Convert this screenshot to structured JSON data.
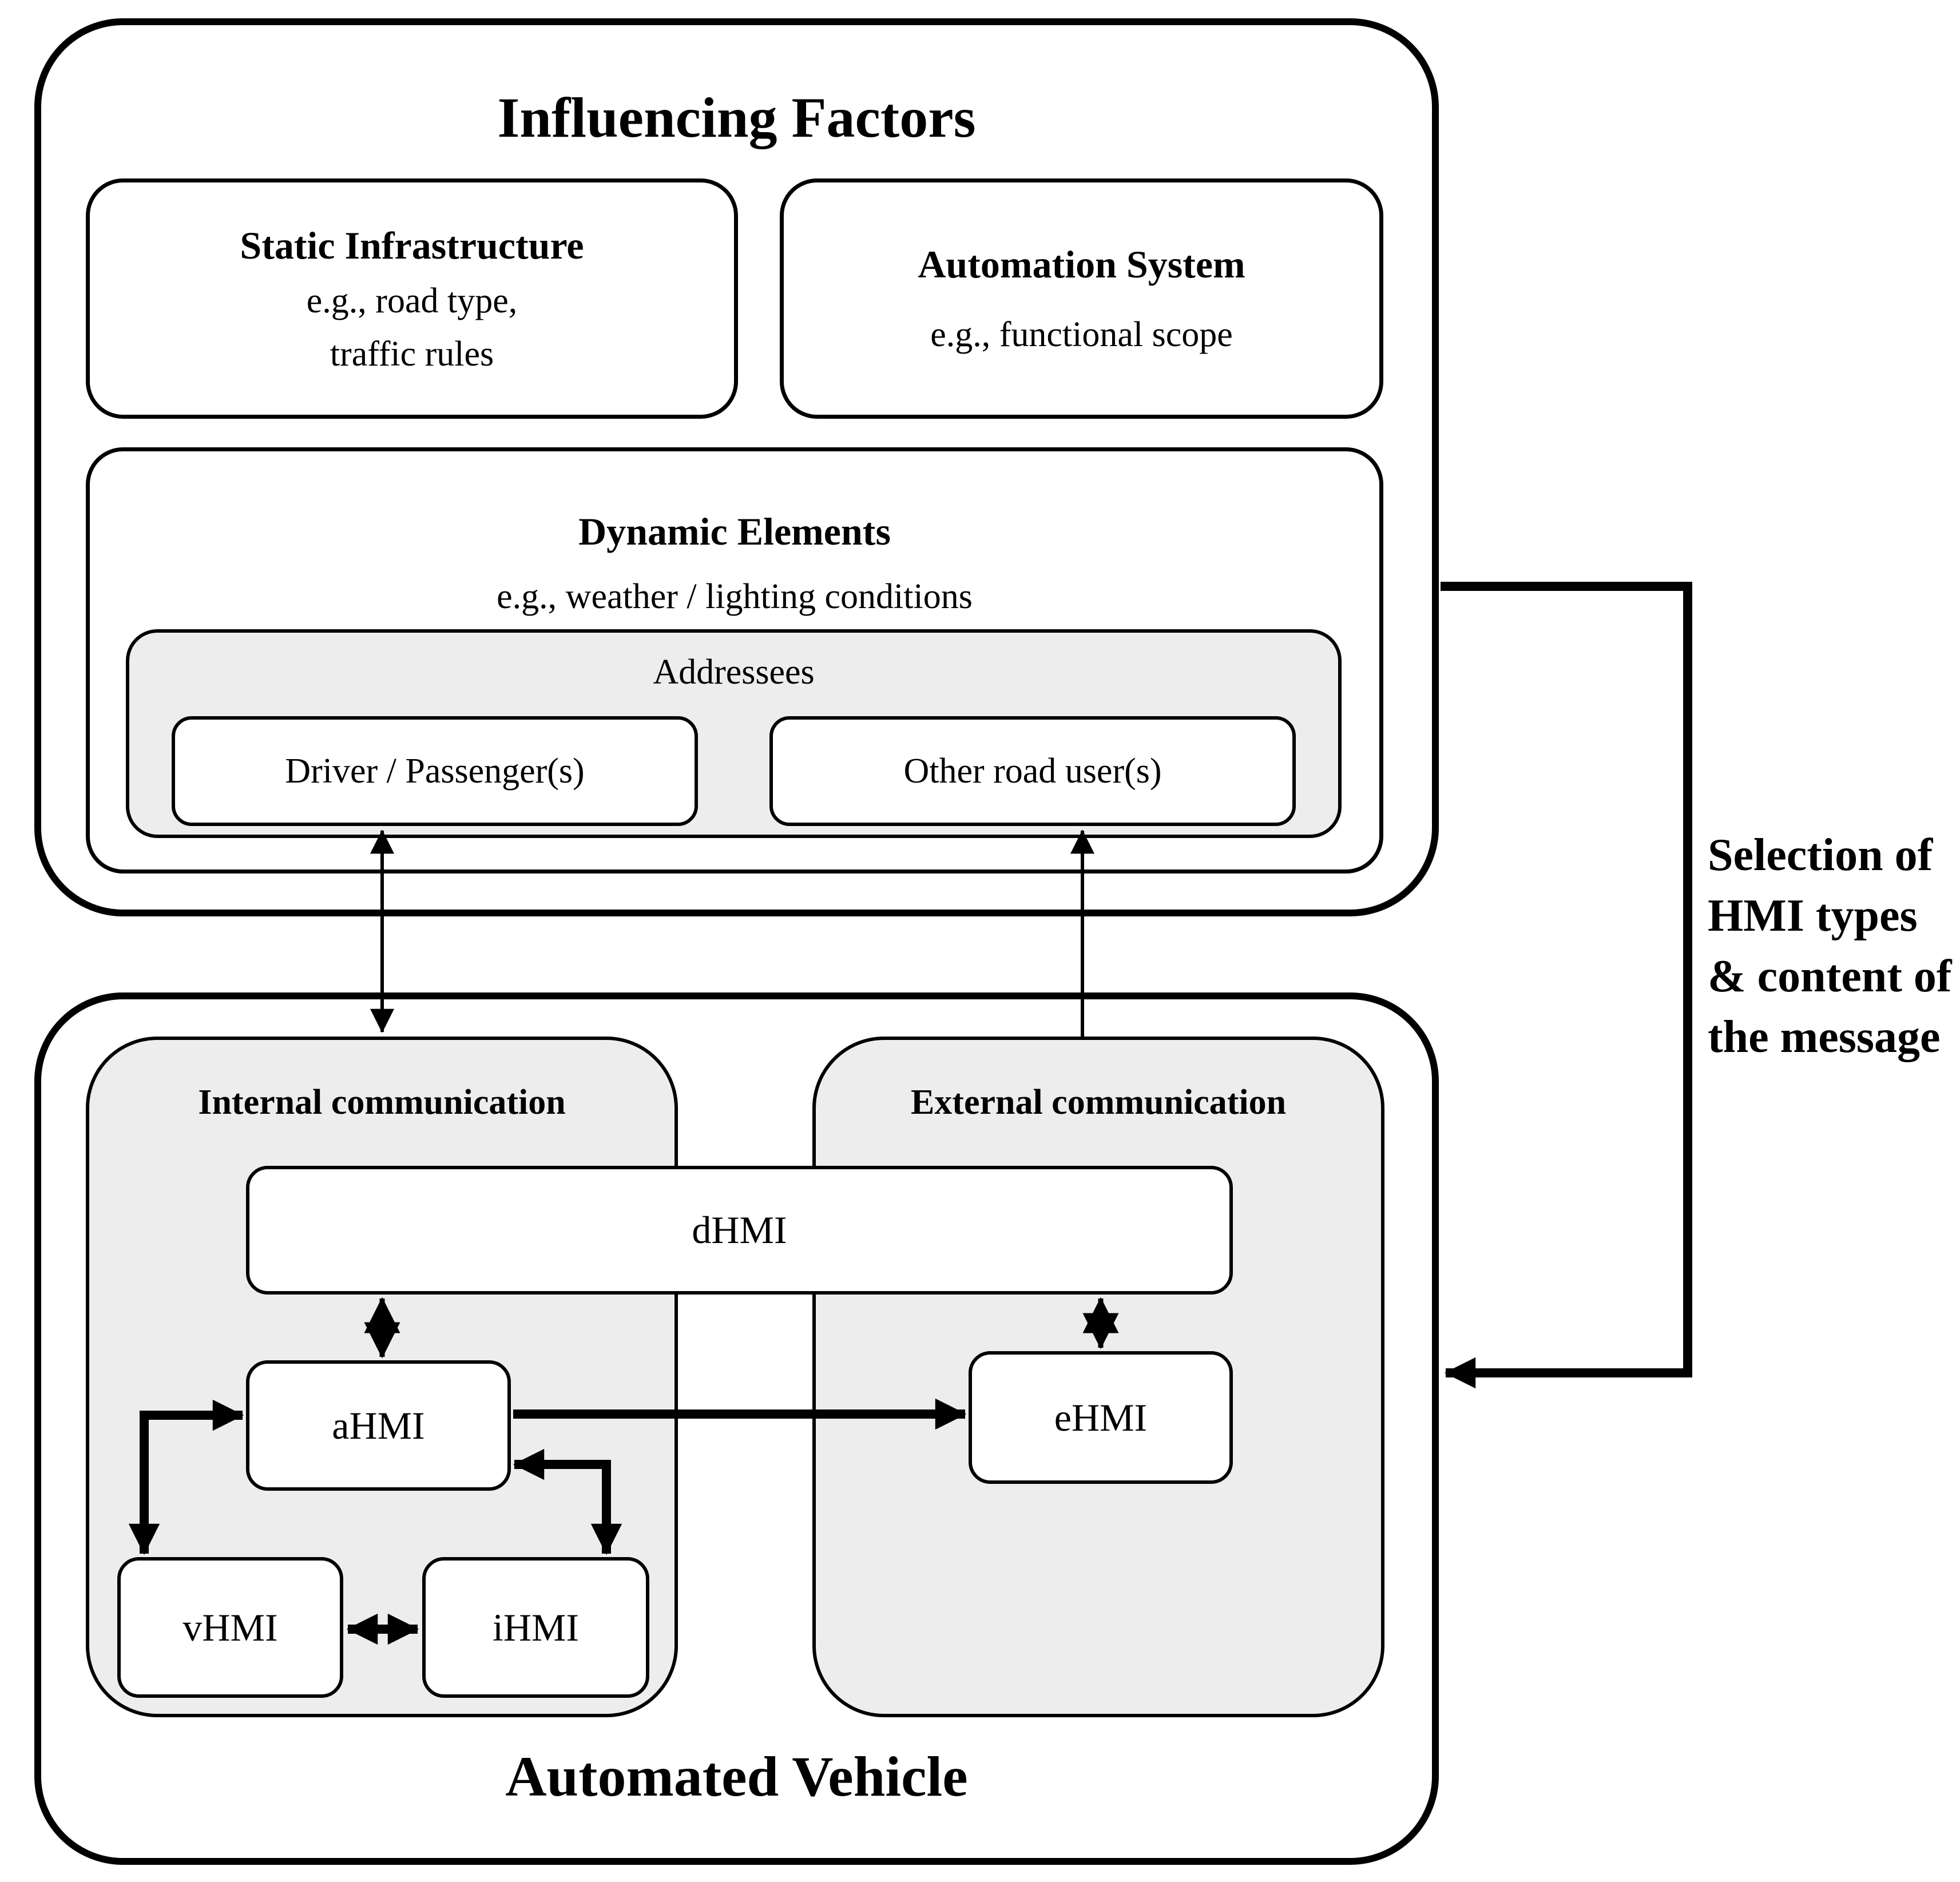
{
  "diagram": {
    "influencing_factors": {
      "title": "Influencing Factors",
      "static_infrastructure": {
        "title": "Static Infrastructure",
        "line1": "e.g., road type,",
        "line2": "traffic rules"
      },
      "automation_system": {
        "title": "Automation System",
        "line1": "e.g., functional scope"
      },
      "dynamic_elements": {
        "title": "Dynamic Elements",
        "line1": "e.g., weather / lighting conditions",
        "addressees": {
          "title": "Addressees",
          "driver_passengers": "Driver / Passenger(s)",
          "other_road_users": "Other road user(s)"
        }
      }
    },
    "automated_vehicle": {
      "title": "Automated Vehicle",
      "internal_communication_label": "Internal communication",
      "external_communication_label": "External communication",
      "dhmi_label": "dHMI",
      "ahmi_label": "aHMI",
      "vhmi_label": "vHMI",
      "ihmi_label": "iHMI",
      "ehmi_label": "eHMI"
    },
    "side_note": {
      "line1": "Selection of",
      "line2": "HMI types",
      "line3": "& content of",
      "line4": "the message"
    },
    "colors": {
      "line": "#000000",
      "panel_gray": "#ededed",
      "background": "#ffffff"
    }
  }
}
